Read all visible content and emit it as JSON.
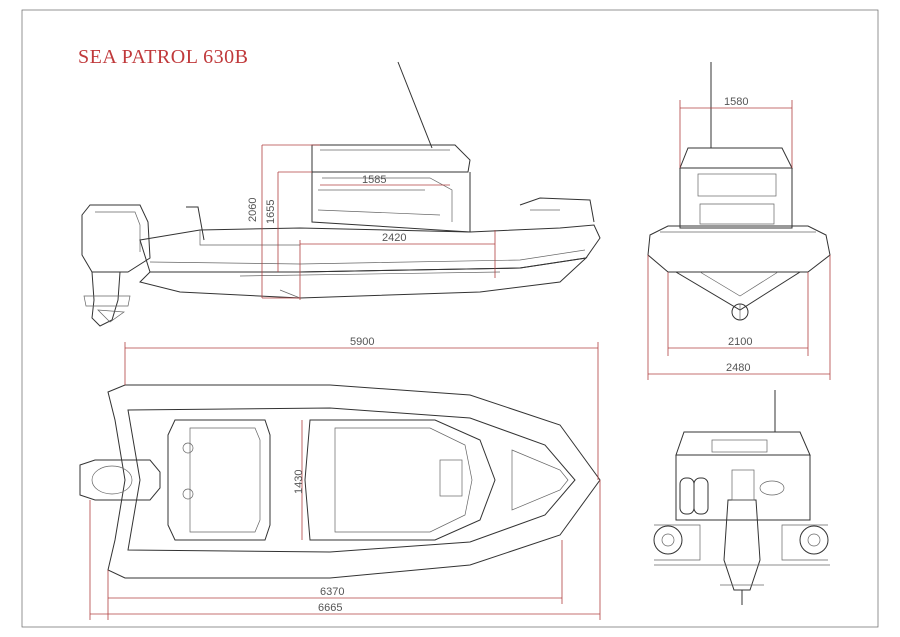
{
  "title": "SEA PATROL 630B",
  "dimensions": {
    "side_cabin_length": "1585",
    "side_height_total": "2060",
    "side_height_cabin": "1655",
    "side_deck_length": "2420",
    "front_top_width": "1580",
    "front_hull_width": "2100",
    "front_total_width": "2480",
    "overall_hull_length": "5900",
    "top_inner_width": "1430",
    "top_length_a": "6370",
    "top_length_b": "6665"
  },
  "colors": {
    "title": "#c0393b",
    "dimension_lines": "#b04040",
    "drawing_lines": "#333333"
  }
}
